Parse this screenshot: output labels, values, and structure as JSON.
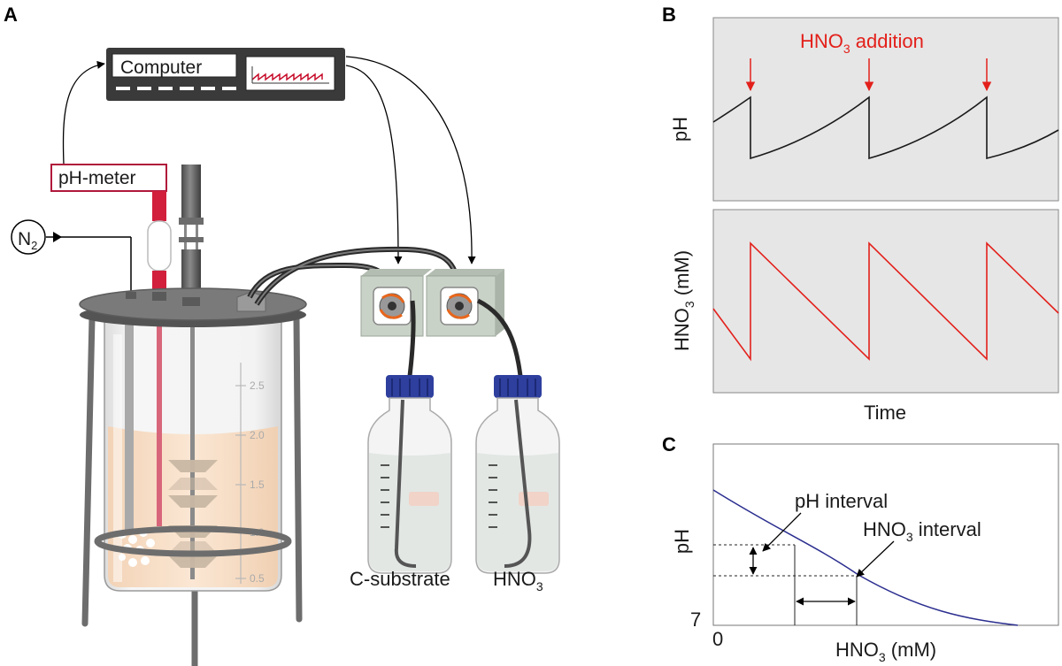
{
  "panels": {
    "a": {
      "letter": "A"
    },
    "b": {
      "letter": "B"
    },
    "c": {
      "letter": "C"
    }
  },
  "setup": {
    "computer_label": "Computer",
    "ph_meter_label": "pH-meter",
    "gas": {
      "base": "N",
      "sub": "2"
    },
    "bottle_left_label": "C-substrate",
    "bottle_right_label": {
      "base": "HNO",
      "sub": "3"
    },
    "scale_ticks": [
      "2.5",
      "2.0",
      "1.5",
      "1.0",
      "0.5"
    ]
  },
  "panel_b": {
    "annotation": {
      "base": "HNO",
      "sub": "3",
      "rest": " addition"
    },
    "top_ylabel": "pH",
    "bottom_ylabel": {
      "base": "HNO",
      "sub": "3",
      "rest": " (mM)"
    },
    "xlabel": "Time"
  },
  "panel_c": {
    "ylabel": "pH",
    "xlabel": {
      "base": "HNO",
      "sub": "3",
      "rest": " (mM)"
    },
    "x_origin_label": "0",
    "y_origin_label": "7",
    "ph_interval_label": "pH interval",
    "hno3_interval_label": {
      "base": "HNO",
      "sub": "3",
      "rest": " interval"
    }
  },
  "colors": {
    "red": "#e3201b",
    "curve_blue": "#2b2e8f",
    "panel_gray": "#e6e6e6",
    "cap_blue": "#2e3f9e",
    "probe_red": "#d21f3c",
    "liquid": "#f8dcc4",
    "pump_green": "#c9d2c7"
  }
}
